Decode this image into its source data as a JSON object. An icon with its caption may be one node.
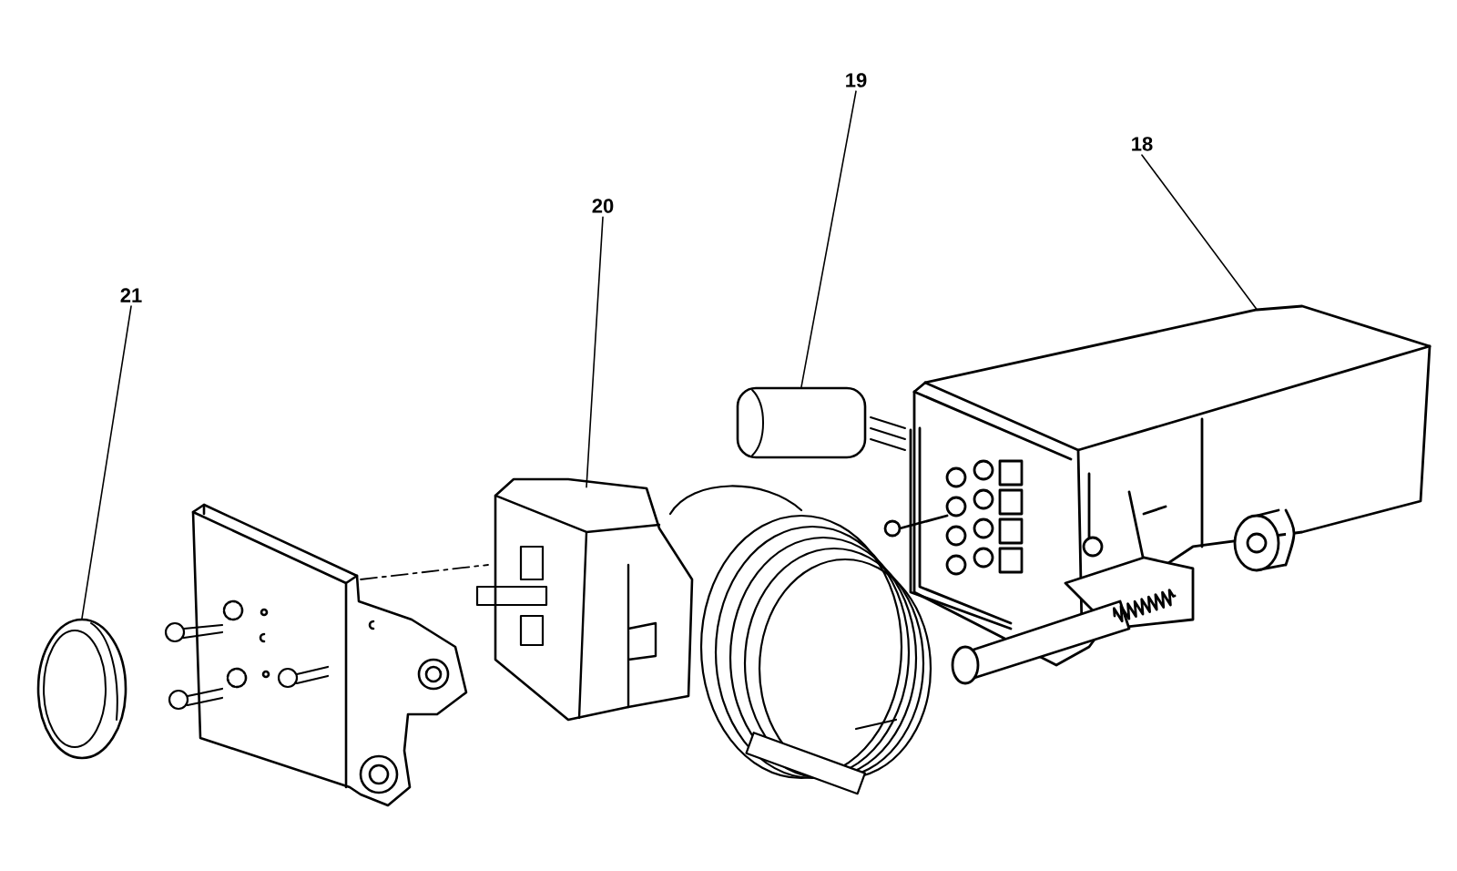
{
  "diagram": {
    "nodes": [
      {
        "text": [
          "21"
        ]
      },
      {
        "text": [],
        "shape": "picture"
      },
      {
        "text": [
          "20"
        ]
      },
      {
        "text": [],
        "shape": "picture"
      },
      {
        "text": [
          "19"
        ]
      },
      {
        "text": [],
        "shape": "picture"
      },
      {
        "text": [
          "18"
        ]
      },
      {
        "text": [],
        "shape": "picture"
      }
    ],
    "edges": [
      {
        "from": 0,
        "to": 1,
        "arrow": "none"
      },
      {
        "from": 2,
        "to": 3,
        "arrow": "none"
      },
      {
        "from": 4,
        "to": 5,
        "arrow": "none"
      },
      {
        "from": 6,
        "to": 7,
        "arrow": "none"
      }
    ]
  }
}
